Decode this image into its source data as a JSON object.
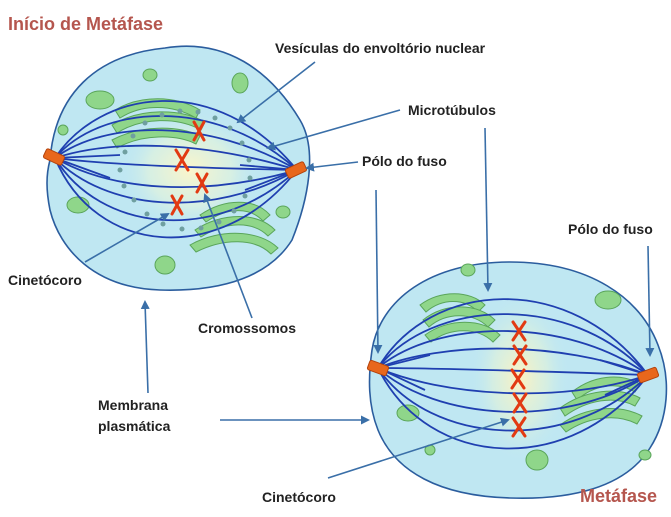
{
  "titles": {
    "early_metaphase": "Início de Metáfase",
    "metaphase": "Metáfase"
  },
  "labels": {
    "nuclear_envelope_vesicles": "Vesículas do envoltório nuclear",
    "microtubules": "Microtúbulos",
    "spindle_pole_1": "Pólo do fuso",
    "spindle_pole_2": "Pólo do fuso",
    "kinetochore_1": "Cinetócoro",
    "chromosomes": "Cromossomos",
    "plasma_membrane_line1": "Membrana",
    "plasma_membrane_line2": "plasmática",
    "kinetochore_2": "Cinetócoro"
  },
  "colors": {
    "title": "#b5564e",
    "cell_fill": "#bfe7f2",
    "cell_stroke": "#2b5d9e",
    "microtubule": "#1f3fb0",
    "organelle": "#8fd68a",
    "chromosome": "#e23a12",
    "pole": "#e8671c",
    "arrow": "#3a6fa8",
    "vesicle": "#6f9fa0"
  }
}
